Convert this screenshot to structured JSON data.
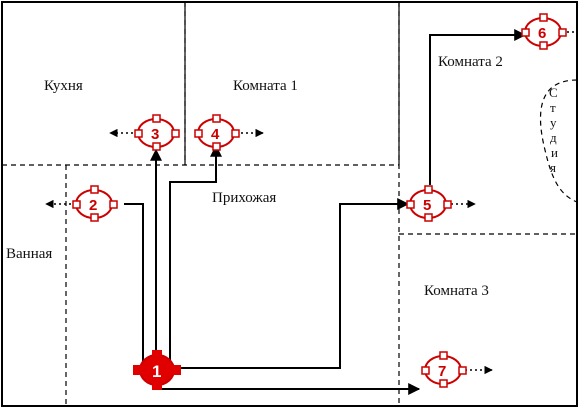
{
  "rooms": {
    "kitchen": "Кухня",
    "room1": "Комната 1",
    "room2": "Комната 2",
    "room3": "Комната 3",
    "hallway": "Прихожая",
    "bathroom": "Ванная",
    "studio": [
      "С",
      "т",
      "у",
      "д",
      "и",
      "я"
    ]
  },
  "nodes": {
    "n1": "1",
    "n2": "2",
    "n3": "3",
    "n4": "4",
    "n5": "5",
    "n6": "6",
    "n7": "7"
  },
  "colors": {
    "node": "#cc0000",
    "wall": "#000000",
    "cable": "#000000"
  }
}
